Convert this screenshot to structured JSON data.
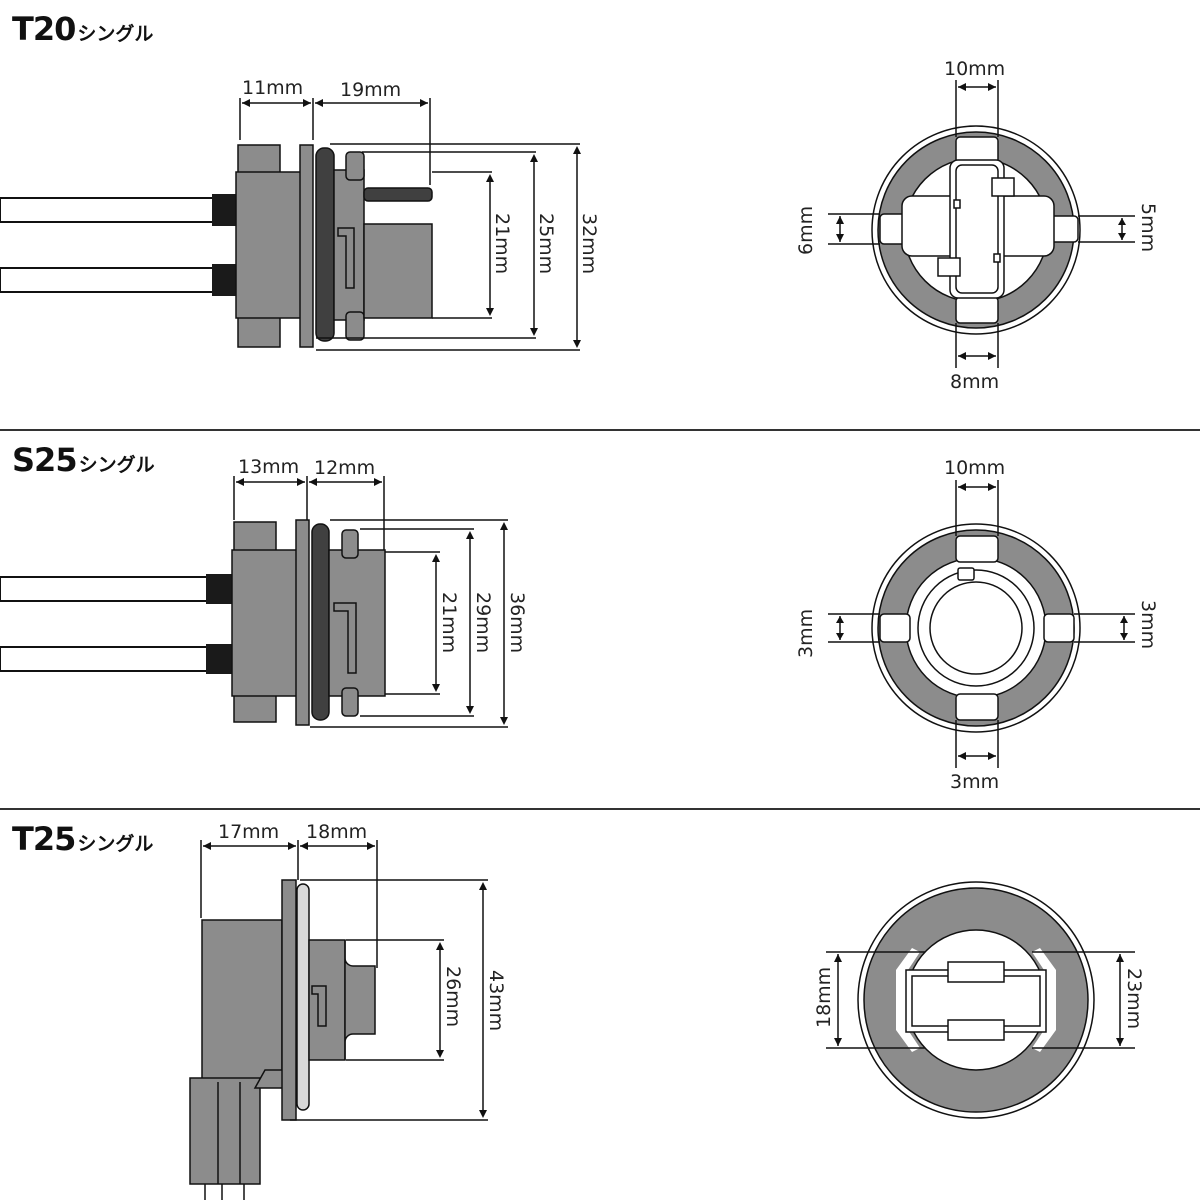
{
  "sections": [
    {
      "model": "T20",
      "kind": "シングル",
      "side": {
        "w1": "11mm",
        "w2": "19mm",
        "h1": "21mm",
        "h2": "25mm",
        "h3": "32mm"
      },
      "front": {
        "top": "10mm",
        "bottom": "8mm",
        "left": "6mm",
        "right": "5mm"
      }
    },
    {
      "model": "S25",
      "kind": "シングル",
      "side": {
        "w1": "13mm",
        "w2": "12mm",
        "h1": "21mm",
        "h2": "29mm",
        "h3": "36mm"
      },
      "front": {
        "top": "10mm",
        "bottom": "3mm",
        "left": "3mm",
        "right": "3mm"
      }
    },
    {
      "model": "T25",
      "kind": "シングル",
      "side": {
        "w1": "17mm",
        "w2": "18mm",
        "h1": "26mm",
        "h2": "43mm"
      },
      "front": {
        "left": "18mm",
        "right": "23mm"
      }
    }
  ],
  "colors": {
    "body": "#8c8c8c",
    "ring": "#8c8c8c",
    "gasket": "#404040",
    "line": "#111111"
  }
}
